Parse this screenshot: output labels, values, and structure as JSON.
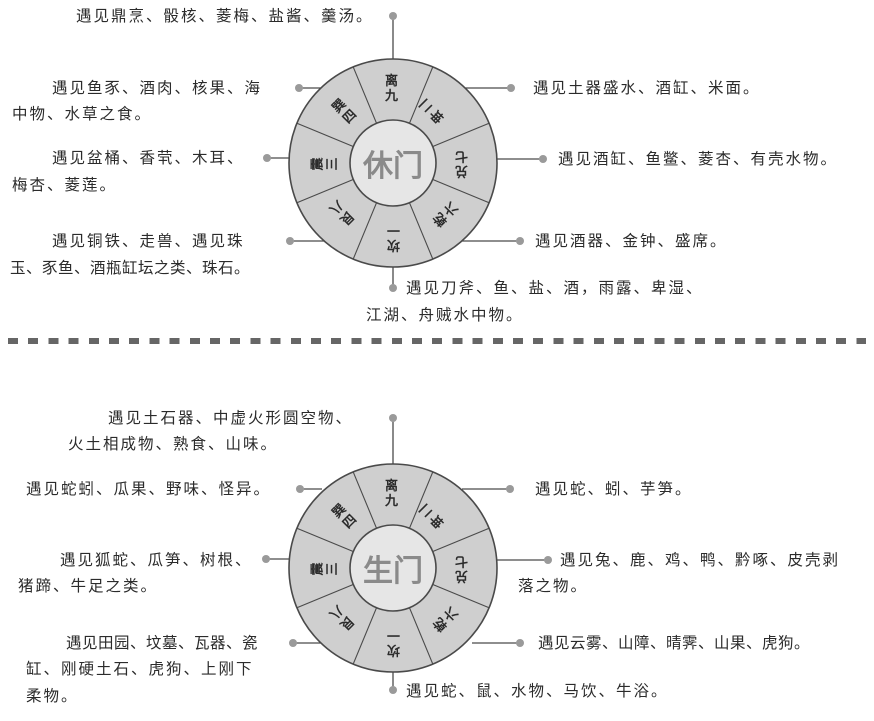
{
  "colors": {
    "ring_fill": "#cfcfcf",
    "center_fill": "#e6e6e6",
    "line": "#4a4a4a",
    "dot": "#9a9a9a",
    "center_text": "#8a8a8a",
    "divider": "#666666"
  },
  "diagrams": [
    {
      "center_label": "休门",
      "sectors": [
        "离九",
        "坤二",
        "兑七",
        "乾六",
        "坎一",
        "艮八",
        "震三",
        "巽四"
      ],
      "notes": {
        "top": "遇见鼎烹、骰核、菱梅、盐酱、羹汤。",
        "upper_left_1": "遇见鱼豕、酒肉、核果、海",
        "upper_left_2": "中物、水草之食。",
        "left_1": "遇见盆桶、香茕、木耳、",
        "left_2": "梅杏、菱莲。",
        "lower_left_1": "遇见铜铁、走兽、遇见珠",
        "lower_left_2": "玉、豕鱼、酒瓶缸坛之类、珠石。",
        "upper_right": "遇见土器盛水、酒缸、米面。",
        "right": "遇见酒缸、鱼鳖、菱杏、有壳水物。",
        "lower_right": "遇见酒器、金钟、盛席。",
        "bottom_1": "遇见刀斧、鱼、盐、酒，雨露、卑湿、",
        "bottom_2": "江湖、舟贼水中物。"
      }
    },
    {
      "center_label": "生门",
      "sectors": [
        "离九",
        "坤二",
        "兑七",
        "乾六",
        "坎一",
        "艮八",
        "震三",
        "巽四"
      ],
      "notes": {
        "top_1": "遇见土石器、中虚火形圆空物、",
        "top_2": "火土相成物、熟食、山味。",
        "upper_left": "遇见蛇蚓、瓜果、野味、怪异。",
        "left_1": "遇见狐蛇、瓜笋、树根、",
        "left_2": "猪蹄、牛足之类。",
        "lower_left_1": "遇见田园、坟墓、瓦器、瓷",
        "lower_left_2": "缸、刚硬土石、虎狗、上刚下",
        "lower_left_3": "柔物。",
        "upper_right": "遇见蛇、蚓、芋笋。",
        "right_1": "遇见兔、鹿、鸡、鸭、黔啄、皮壳剥",
        "right_2": "落之物。",
        "lower_right": "遇见云雾、山障、晴霁、山果、虎狗。",
        "bottom": "遇见蛇、鼠、水物、马饮、牛浴。"
      }
    }
  ]
}
